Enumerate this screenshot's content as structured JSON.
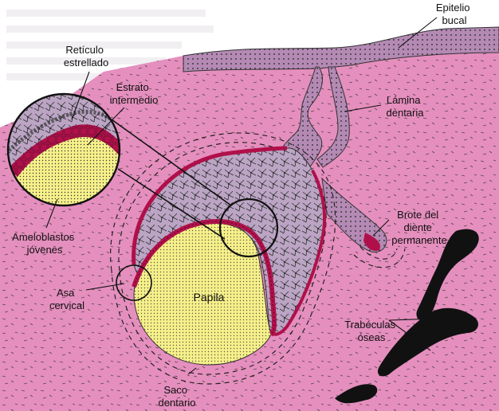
{
  "labels": {
    "epitelio_bucal": [
      "Epitelio",
      "bucal"
    ],
    "reticulo_estrellado": [
      "Retículo",
      "estrellado"
    ],
    "estrato_intermedio": [
      "Estrato",
      "intermedio"
    ],
    "lamina_dentaria": [
      "Lámina",
      "dentaria"
    ],
    "brote_diente_permanente": [
      "Brote del",
      "diente",
      "permanente"
    ],
    "ameloblastos_jovenes": [
      "Ameloblastos",
      "jóvenes"
    ],
    "asa_cervical": [
      "Asa",
      "cervical"
    ],
    "papila": "Papila",
    "trabeculas_oseas": [
      "Trabéculas",
      "óseas"
    ],
    "saco_dentario": [
      "Saco",
      "dentario"
    ]
  },
  "colors": {
    "connective_tissue": "#e58fbe",
    "epithelium": "#b48ab4",
    "enamel_organ": "#bba4c4",
    "ameloblasts": "#b0104a",
    "papilla": "#f6f08a",
    "bone": "#111111",
    "background_text_area": "#f3f1f3"
  }
}
